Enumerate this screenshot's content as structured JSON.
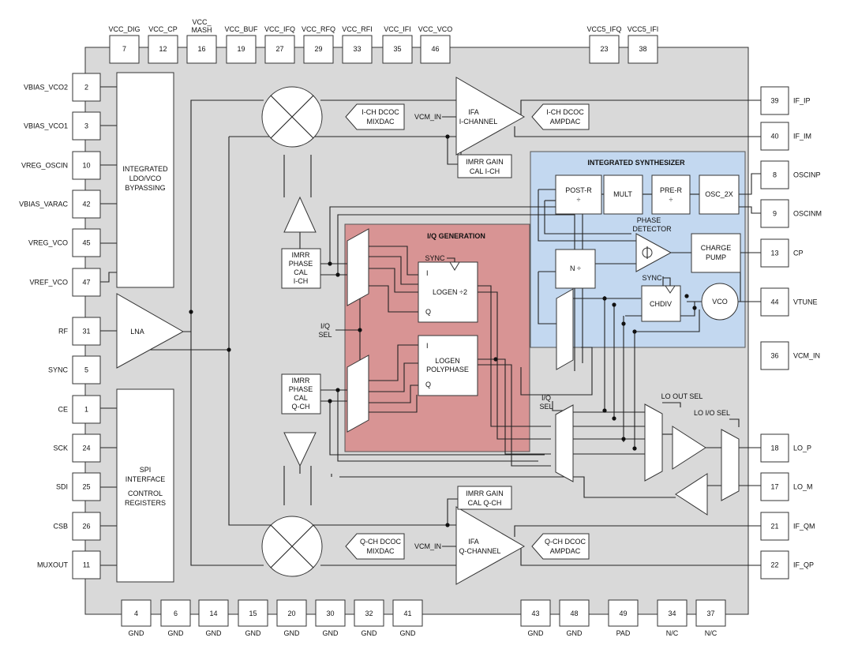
{
  "pins": {
    "top": [
      {
        "num": "7",
        "name": "VCC_DIG"
      },
      {
        "num": "12",
        "name": "VCC_CP"
      },
      {
        "num": "16",
        "name": "VCC_",
        "name2": "MASH"
      },
      {
        "num": "19",
        "name": "VCC_BUF"
      },
      {
        "num": "27",
        "name": "VCC_IFQ"
      },
      {
        "num": "29",
        "name": "VCC_RFQ"
      },
      {
        "num": "33",
        "name": "VCC_RFI"
      },
      {
        "num": "35",
        "name": "VCC_IFI"
      },
      {
        "num": "46",
        "name": "VCC_VCO"
      },
      {
        "num": "23",
        "name": "VCC5_IFQ"
      },
      {
        "num": "38",
        "name": "VCC5_IFI"
      }
    ],
    "left": [
      {
        "num": "2",
        "name": "VBIAS_VCO2"
      },
      {
        "num": "3",
        "name": "VBIAS_VCO1"
      },
      {
        "num": "10",
        "name": "VREG_OSCIN"
      },
      {
        "num": "42",
        "name": "VBIAS_VARAC"
      },
      {
        "num": "45",
        "name": "VREG_VCO"
      },
      {
        "num": "47",
        "name": "VREF_VCO"
      },
      {
        "num": "31",
        "name": "RF"
      },
      {
        "num": "5",
        "name": "SYNC"
      },
      {
        "num": "1",
        "name": "CE"
      },
      {
        "num": "24",
        "name": "SCK"
      },
      {
        "num": "25",
        "name": "SDI"
      },
      {
        "num": "26",
        "name": "CSB"
      },
      {
        "num": "11",
        "name": "MUXOUT"
      }
    ],
    "right": [
      {
        "num": "39",
        "name": "IF_IP"
      },
      {
        "num": "40",
        "name": "IF_IM"
      },
      {
        "num": "8",
        "name": "OSCINP"
      },
      {
        "num": "9",
        "name": "OSCINM"
      },
      {
        "num": "13",
        "name": "CP"
      },
      {
        "num": "44",
        "name": "VTUNE"
      },
      {
        "num": "36",
        "name": "VCM_IN"
      },
      {
        "num": "18",
        "name": "LO_P"
      },
      {
        "num": "17",
        "name": "LO_M"
      },
      {
        "num": "21",
        "name": "IF_QM"
      },
      {
        "num": "22",
        "name": "IF_QP"
      }
    ],
    "bottom": [
      {
        "num": "4",
        "name": "GND"
      },
      {
        "num": "6",
        "name": "GND"
      },
      {
        "num": "14",
        "name": "GND"
      },
      {
        "num": "15",
        "name": "GND"
      },
      {
        "num": "20",
        "name": "GND"
      },
      {
        "num": "30",
        "name": "GND"
      },
      {
        "num": "32",
        "name": "GND"
      },
      {
        "num": "41",
        "name": "GND"
      },
      {
        "num": "43",
        "name": "GND"
      },
      {
        "num": "48",
        "name": "GND"
      },
      {
        "num": "49",
        "name": "PAD"
      },
      {
        "num": "34",
        "name": "N/C"
      },
      {
        "num": "37",
        "name": "N/C"
      }
    ]
  },
  "blocks": {
    "ldo": [
      "INTEGRATED",
      "LDO/VCO",
      "BYPASSING"
    ],
    "spi": [
      "SPI",
      "INTERFACE",
      "CONTROL",
      "REGISTERS"
    ],
    "lna": "LNA",
    "mixdac_i": [
      "I-CH DCOC",
      "MIXDAC"
    ],
    "mixdac_q": [
      "Q-CH DCOC",
      "MIXDAC"
    ],
    "ampdac_i": [
      "I-CH DCOC",
      "AMPDAC"
    ],
    "ampdac_q": [
      "Q-CH DCOC",
      "AMPDAC"
    ],
    "ifa_i": [
      "IFA",
      "I-CHANNEL"
    ],
    "ifa_q": [
      "IFA",
      "Q-CHANNEL"
    ],
    "vcm_in_i": "VCM_IN",
    "vcm_in_q": "VCM_IN",
    "imrr_gain_i": [
      "IMRR GAIN",
      "CAL I-CH"
    ],
    "imrr_gain_q": [
      "IMRR GAIN",
      "CAL Q-CH"
    ],
    "imrr_phase_i": [
      "IMRR",
      "PHASE",
      "CAL",
      "I-CH"
    ],
    "imrr_phase_q": [
      "IMRR",
      "PHASE",
      "CAL",
      "Q-CH"
    ],
    "iq_gen_title": "I/Q GENERATION",
    "iq_sel_left": [
      "I/Q",
      "SEL"
    ],
    "iq_sel_right": [
      "I/Q",
      "SEL"
    ],
    "sync_inner": "SYNC",
    "logen2": "LOGEN ÷2",
    "logen_pp": [
      "LOGEN",
      "POLYPHASE"
    ],
    "port_i": "I",
    "port_q": "Q",
    "synth_title": "INTEGRATED SYNTHESIZER",
    "post_r": [
      "POST-R",
      "÷"
    ],
    "mult": "MULT",
    "pre_r": [
      "PRE-R",
      "÷"
    ],
    "osc2x": "OSC_2X",
    "phase_det": [
      "PHASE",
      "DETECTOR"
    ],
    "charge_pump": [
      "CHARGE",
      "PUMP"
    ],
    "n_div": "N ÷",
    "sync_chdiv": "SYNC",
    "chdiv": "CHDIV",
    "vco": "VCO",
    "lo_out_sel": "LO OUT SEL",
    "lo_io_sel": "LO I/O SEL"
  },
  "colors": {
    "chip_body": "#d9d9d9",
    "iq_generation": "#d89494",
    "synthesizer": "#c3d8f0"
  }
}
